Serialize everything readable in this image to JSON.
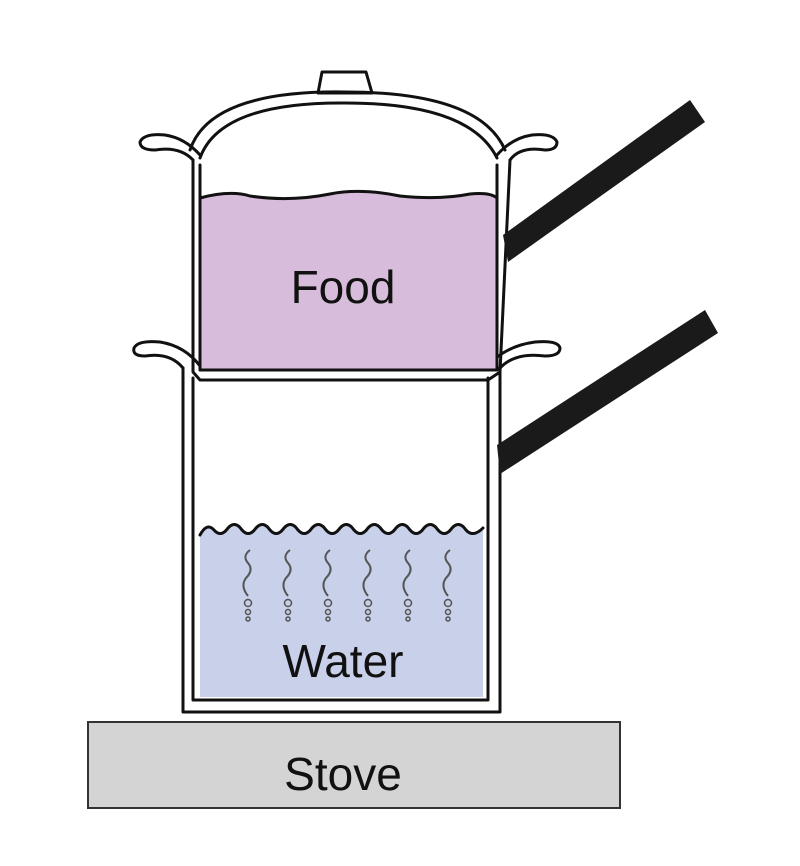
{
  "labels": {
    "food": "Food",
    "water": "Water",
    "stove": "Stove"
  },
  "colors": {
    "food": "#d8bcdb",
    "water": "#c8d0ea",
    "stove": "#d4d4d4",
    "handle": "#1a1a1a",
    "outline": "#111111"
  },
  "bubble_columns": 6
}
